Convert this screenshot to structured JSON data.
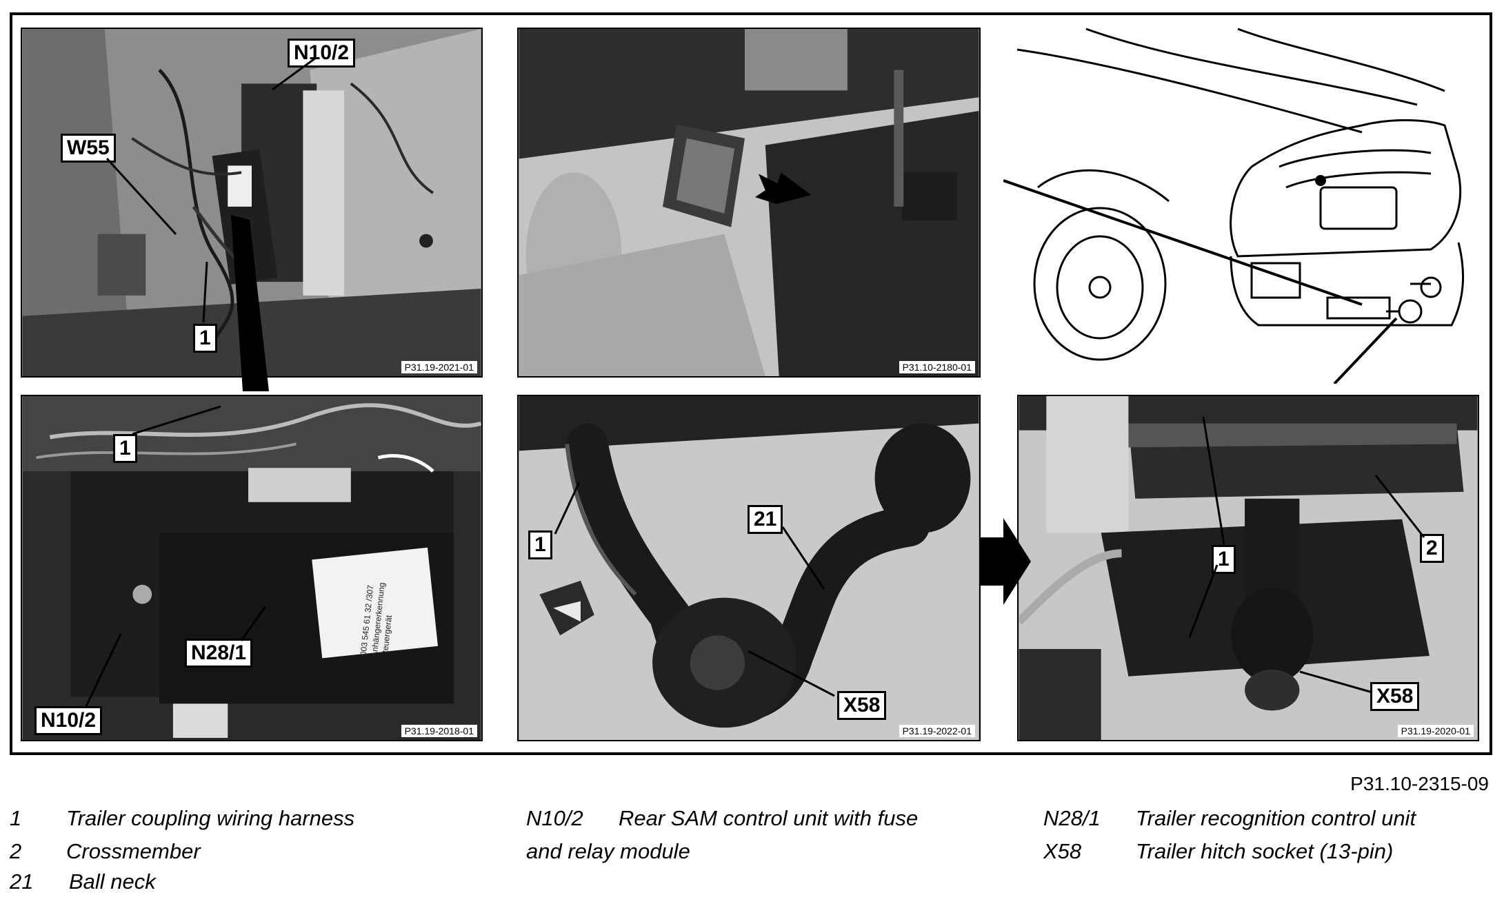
{
  "figure_id": "P31.10-2315-09",
  "panels": [
    {
      "code": "P31.19-2021-01",
      "callouts": [
        "N10/2",
        "W55",
        "1"
      ]
    },
    {
      "code": "P31.10-2180-01",
      "callouts": []
    },
    {
      "code": "",
      "callouts": []
    },
    {
      "code": "P31.19-2018-01",
      "callouts": [
        "1",
        "N28/1",
        "N10/2"
      ]
    },
    {
      "code": "P31.19-2022-01",
      "callouts": [
        "21",
        "1",
        "X58"
      ]
    },
    {
      "code": "P31.19-2020-01",
      "callouts": [
        "1",
        "2",
        "X58"
      ]
    }
  ],
  "label_plate": [
    "003 545 61 32 /307",
    "Anhängererkennung",
    "Steuergerät"
  ],
  "legend": [
    {
      "key": "1",
      "text": "Trailer coupling wiring harness"
    },
    {
      "key": "2",
      "text": "Crossmember"
    },
    {
      "key": "21",
      "text": "Ball neck"
    },
    {
      "key": "N10/2",
      "text": "Rear SAM control unit with fuse"
    },
    {
      "key": "",
      "text": "and relay module"
    },
    {
      "key": "N28/1",
      "text": "Trailer recognition control unit"
    },
    {
      "key": "X58",
      "text": "Trailer hitch socket (13-pin)"
    }
  ]
}
